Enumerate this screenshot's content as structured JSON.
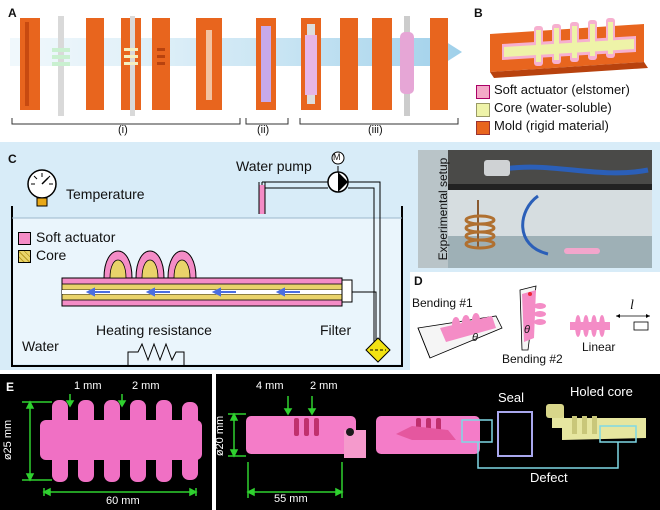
{
  "panels": {
    "a": {
      "letter": "A",
      "groups": [
        "(i)",
        "(ii)",
        "(iii)"
      ]
    },
    "b": {
      "letter": "B",
      "legend": [
        {
          "label": "Soft actuator (elstomer)",
          "color": "#f4a9c8"
        },
        {
          "label": "Core (water-soluble)",
          "color": "#eef3a8"
        },
        {
          "label": "Mold (rigid material)",
          "color": "#e85a1f"
        }
      ]
    },
    "c": {
      "letter": "C",
      "temperature": "Temperature",
      "water_pump": "Water pump",
      "pump_symbol": "M",
      "legend_actuator": "Soft actuator",
      "legend_core": "Core",
      "heating": "Heating resistance",
      "filter": "Filter",
      "water": "Water",
      "setup": "Experimental setup"
    },
    "d": {
      "letter": "D",
      "bending1": "Bending #1",
      "bending2": "Bending #2",
      "linear": "Linear",
      "theta": "θ",
      "length_symbol": "l"
    },
    "e": {
      "letter": "E",
      "dim_1mm": "1 mm",
      "dim_2mm": "2 mm",
      "dim_25": "ø25 mm",
      "dim_60": "60 mm",
      "dim_4mm": "4 mm",
      "dim_2mm_b": "2 mm",
      "dim_20": "ø20 mm",
      "dim_55": "55 mm",
      "seal": "Seal",
      "holed_core": "Holed core",
      "defect": "Defect"
    }
  },
  "colors": {
    "pink": "#f48cc6",
    "orange": "#e8651e",
    "water": "#d8ecf8",
    "green": "#2fd12f",
    "cyan": "#7fd8e6",
    "lavender": "#a9a8ee"
  }
}
